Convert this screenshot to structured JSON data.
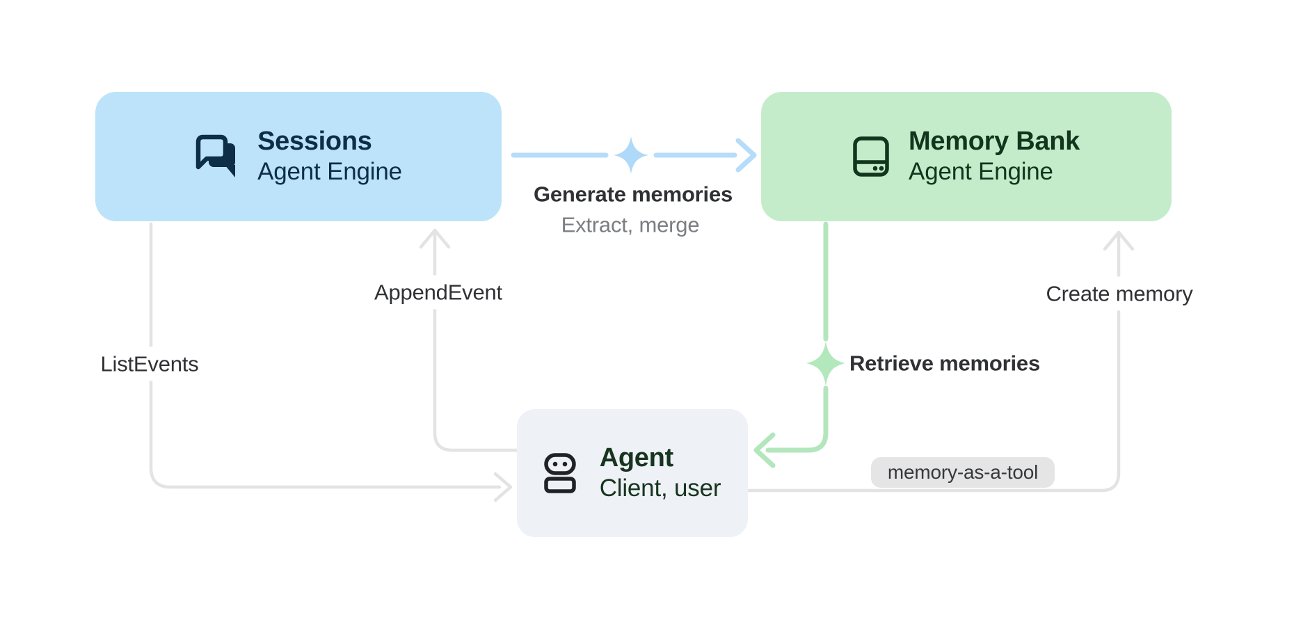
{
  "diagram": {
    "nodes": {
      "sessions": {
        "title": "Sessions",
        "subtitle": "Agent Engine",
        "icon": "chat-bubbles-icon"
      },
      "memory_bank": {
        "title": "Memory Bank",
        "subtitle": "Agent Engine",
        "icon": "memory-bank-icon"
      },
      "agent": {
        "title": "Agent",
        "subtitle": "Client, user",
        "icon": "robot-icon"
      }
    },
    "edges": {
      "generate_memories": {
        "label": "Generate memories",
        "sublabel": "Extract, merge",
        "from": "sessions",
        "to": "memory_bank",
        "icon": "sparkle-icon"
      },
      "append_event": {
        "label": "AppendEvent",
        "from": "agent",
        "to": "sessions"
      },
      "list_events": {
        "label": "ListEvents",
        "from": "sessions",
        "to": "agent"
      },
      "retrieve_memories": {
        "label": "Retrieve memories",
        "from": "memory_bank",
        "to": "agent",
        "icon": "sparkle-icon"
      },
      "create_memory": {
        "label": "Create memory",
        "from": "agent",
        "to": "memory_bank",
        "badge": "memory-as-a-tool"
      }
    }
  },
  "colors": {
    "canvas_bg": "#ffffff",
    "sessions_bg": "#bce3fa",
    "sessions_fg": "#0d2e46",
    "memory_bg": "#c5ecca",
    "memory_fg": "#12361d",
    "agent_bg": "#eef1f5",
    "agent_fg": "#17341f",
    "agent_icon": "#202225",
    "line_gray": "#e3e3e3",
    "line_blue": "#b6dcf9",
    "line_green": "#b3e6bd",
    "spark_blue": "#aed9f9",
    "spark_green": "#b2e8bc",
    "label_dark": "#303134",
    "label_gray": "#7b7e81",
    "badge_bg": "#e5e5e6",
    "badge_fg": "#36383b"
  }
}
